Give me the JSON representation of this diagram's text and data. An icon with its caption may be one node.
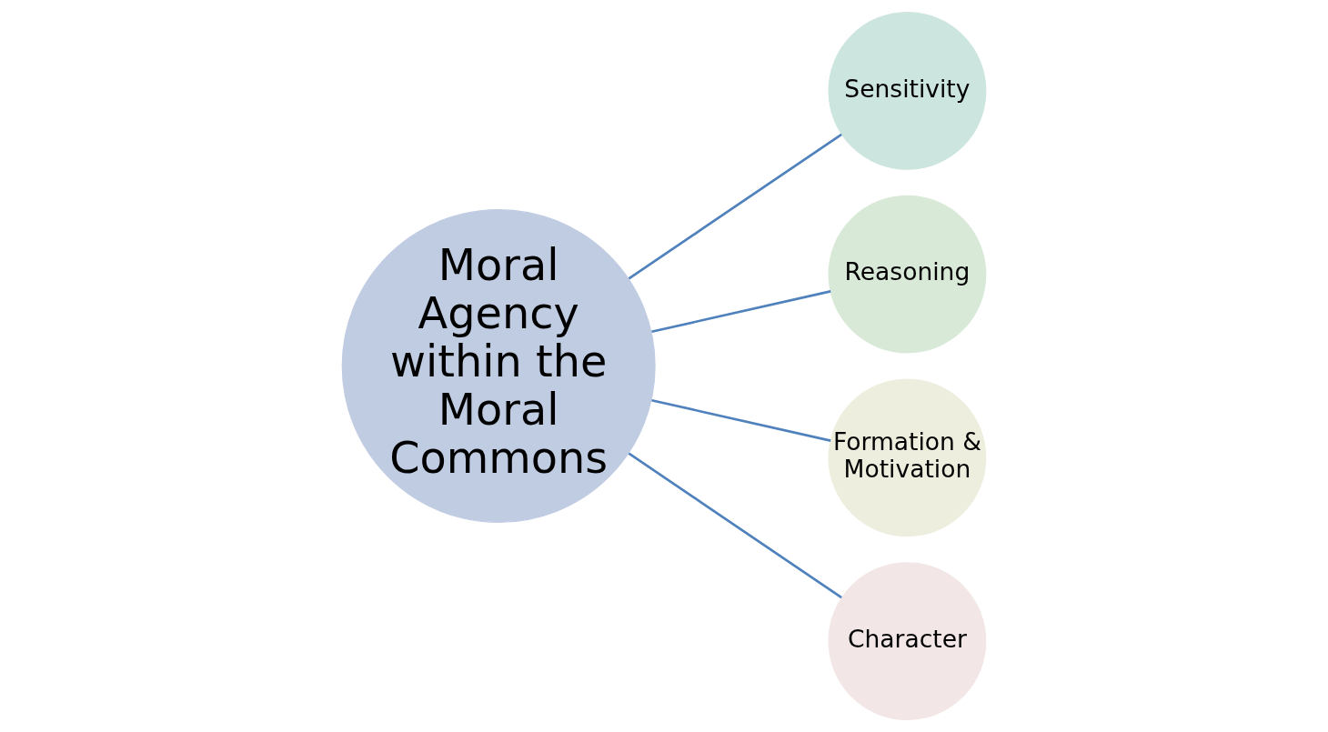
{
  "diagram": {
    "nodes": [
      {
        "text": [
          "Moral Agency within the Moral Commons"
        ]
      },
      {
        "text": [
          "Sensitivity"
        ]
      },
      {
        "text": [
          "Reasoning"
        ]
      },
      {
        "text": [
          "Formation & Motivation"
        ]
      },
      {
        "text": [
          "Character"
        ]
      }
    ],
    "edges": [
      {
        "from": 0,
        "to": 1,
        "arrow": "none"
      },
      {
        "from": 0,
        "to": 2,
        "arrow": "none"
      },
      {
        "from": 0,
        "to": 3,
        "arrow": "none"
      },
      {
        "from": 0,
        "to": 4,
        "arrow": "none"
      }
    ]
  }
}
